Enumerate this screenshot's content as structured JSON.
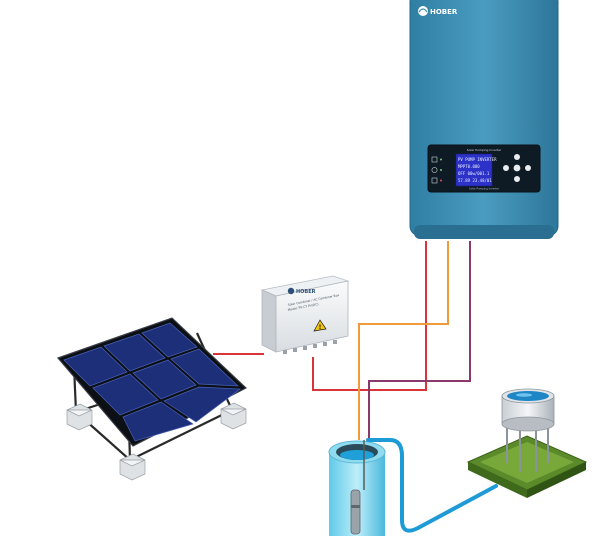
{
  "inverter": {
    "brand": "HOBER",
    "panel_title": "Solar Pumping Inverter",
    "lcd_lines": [
      "PV PUMP INVERTER",
      "MPPT0.000",
      "OFF 00w/001.1",
      "57.89 23.48/01"
    ],
    "panel_footer": "Solar Pumping Inverter"
  },
  "combiner_box": {
    "brand": "HOBER",
    "label_line1": "Solar Combiner / AC Combiner Box",
    "label_line2": "Model: PV-CT PV(DC)"
  },
  "colors": {
    "inverter_body": "#3f8fb2",
    "wire_red": "#d8343a",
    "wire_orange": "#f09a3a",
    "wire_purple": "#8a3a6a",
    "water_pipe": "#1e9ad6",
    "solar_cell": "#1e2f7a",
    "tank_base": "#5a8a2a"
  }
}
